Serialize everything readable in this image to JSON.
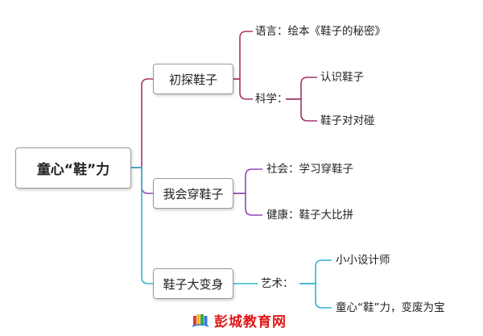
{
  "root": {
    "label": "童心“鞋”力"
  },
  "branches": [
    {
      "label": "初探鞋子",
      "color": "#a3336a",
      "items": [
        {
          "label": "语言：绘本《鞋子的秘密》"
        },
        {
          "label": "科学：",
          "children": [
            "认识鞋子",
            "鞋子对对碰"
          ]
        }
      ]
    },
    {
      "label": "我会穿鞋子",
      "color": "#8e4ab8",
      "items": [
        {
          "label": "社会：学习穿鞋子"
        },
        {
          "label": "健康：鞋子大比拼"
        }
      ]
    },
    {
      "label": "鞋子大变身",
      "color": "#33b3c8",
      "items": [
        {
          "label": "艺术：",
          "children": [
            "小小设计师",
            "童心“鞋”力，变废为宝"
          ]
        }
      ]
    }
  ],
  "watermark": {
    "text": "彭城教育网"
  }
}
